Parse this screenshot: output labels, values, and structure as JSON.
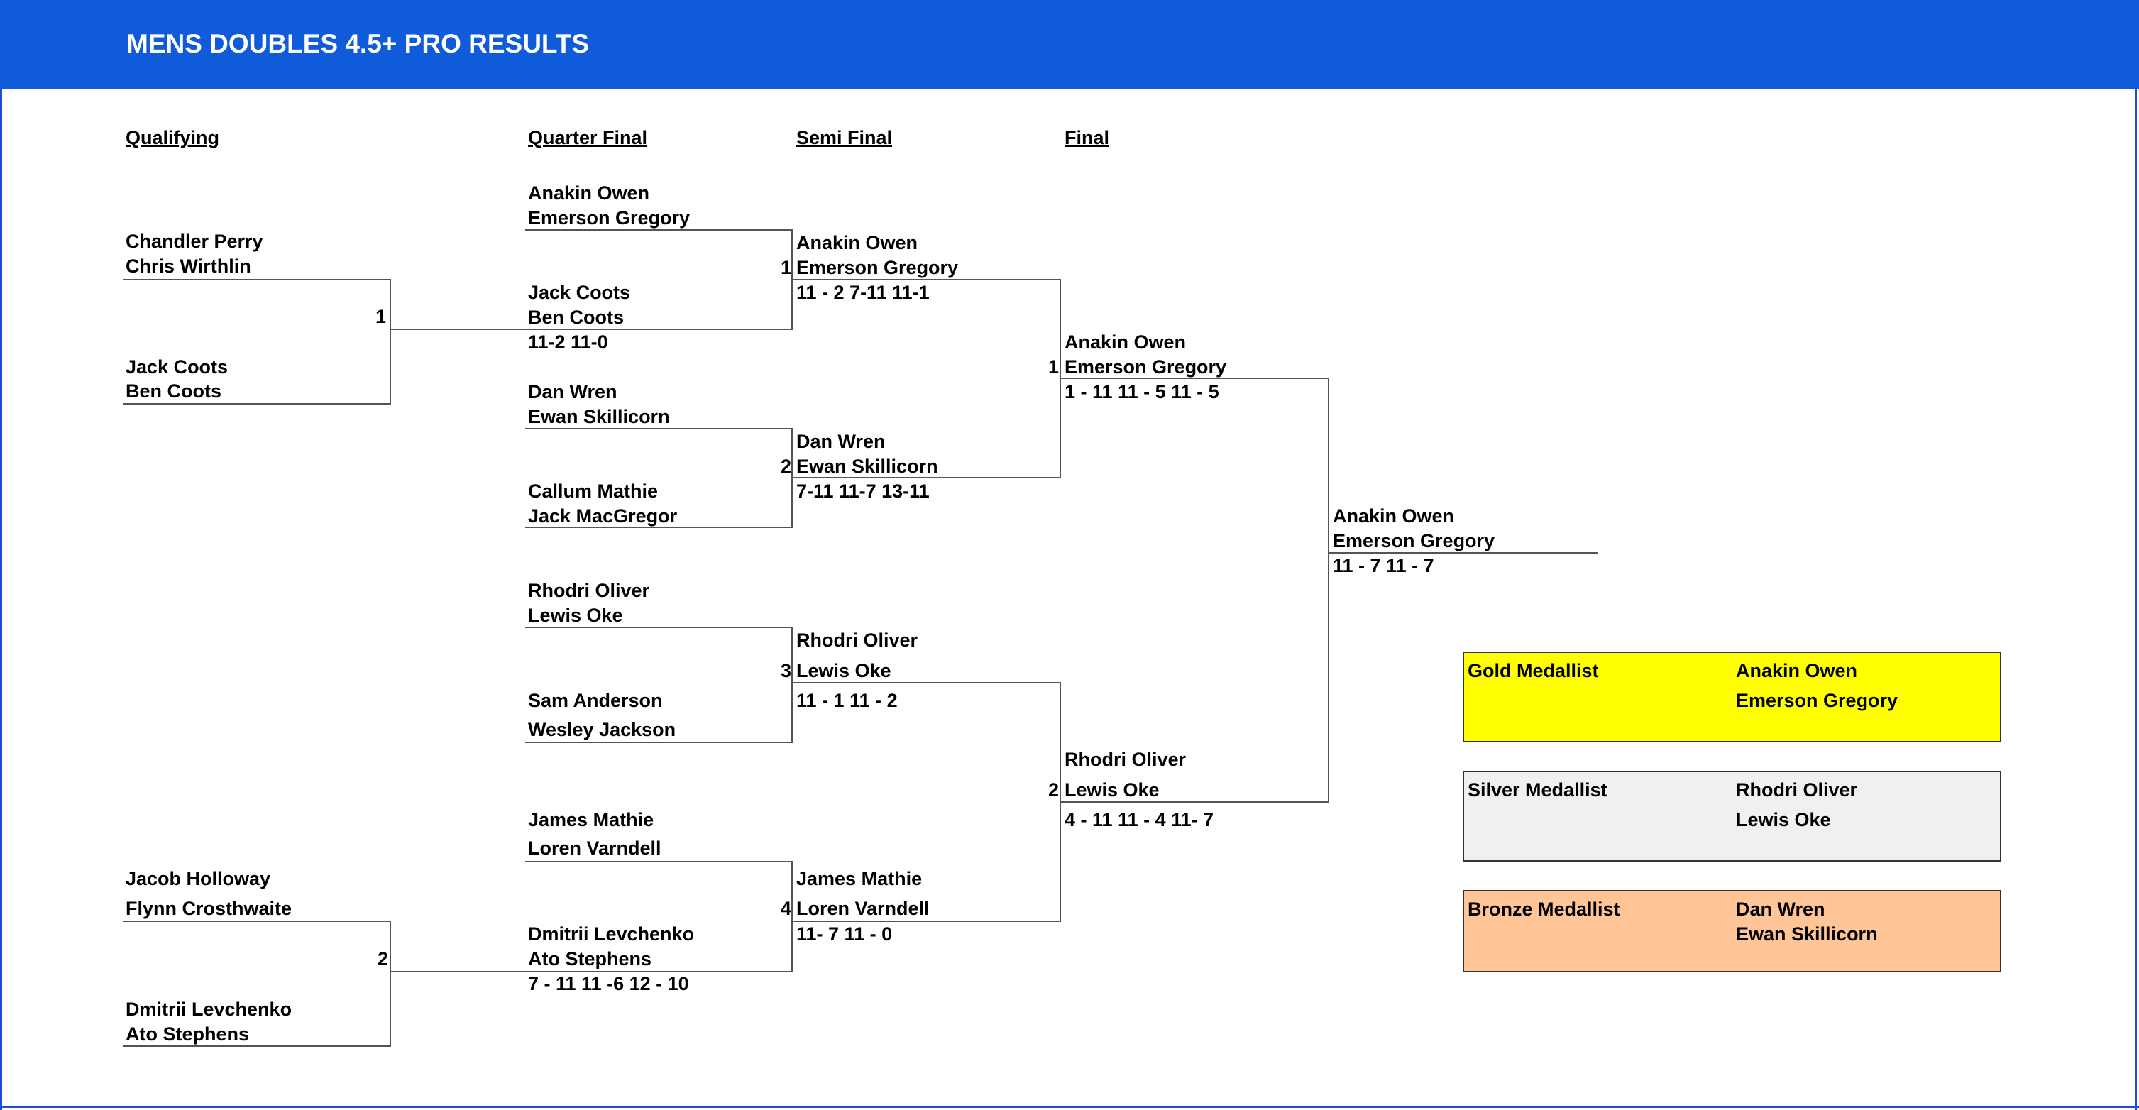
{
  "title": "MENS DOUBLES 4.5+ PRO RESULTS",
  "headers": {
    "qualifying": "Qualifying",
    "quarter_final": "Quarter Final",
    "semi_final": "Semi Final",
    "final": "Final"
  },
  "qualifying": [
    {
      "p1": "Chandler Perry",
      "p2": "Chris Wirthlin"
    },
    {
      "p1": "Jack Coots",
      "p2": "Ben Coots"
    },
    {
      "p1": "Jacob Holloway",
      "p2": "Flynn Crosthwaite"
    },
    {
      "p1": "Dmitrii Levchenko",
      "p2": "Ato Stephens"
    }
  ],
  "qualifying_results": [
    {
      "num": "1",
      "score": "11-2  11-0"
    },
    {
      "num": "2",
      "score": "7 - 11  11  -6   12 - 10"
    }
  ],
  "quarter_final": [
    {
      "p1": "Anakin Owen",
      "p2": "Emerson Gregory"
    },
    {
      "p1": "Jack Coots",
      "p2": "Ben Coots"
    },
    {
      "p1": "Dan Wren",
      "p2": "Ewan Skillicorn"
    },
    {
      "p1": "Callum Mathie",
      "p2": "Jack MacGregor"
    },
    {
      "p1": "Rhodri Oliver",
      "p2": "Lewis Oke"
    },
    {
      "p1": "Sam Anderson",
      "p2": "Wesley Jackson"
    },
    {
      "p1": "James Mathie",
      "p2": "Loren Varndell"
    },
    {
      "p1": "Dmitrii Levchenko",
      "p2": "Ato Stephens"
    }
  ],
  "semi_final": [
    {
      "num": "1",
      "p1": "Anakin Owen",
      "p2": "Emerson Gregory",
      "score": "11 - 2 7-11 11-1"
    },
    {
      "num": "2",
      "p1": "Dan Wren",
      "p2": "Ewan Skillicorn",
      "score": "7-11 11-7 13-11"
    },
    {
      "num": "3",
      "p1": "Rhodri Oliver",
      "p2": "Lewis Oke",
      "score": "11 - 1  11 - 2"
    },
    {
      "num": "4",
      "p1": "James Mathie",
      "p2": "Loren Varndell",
      "score": "11- 7  11 - 0"
    }
  ],
  "final": [
    {
      "num": "1",
      "p1": "Anakin Owen",
      "p2": "Emerson Gregory",
      "score": "1 - 11  11 - 5   11 - 5"
    },
    {
      "num": "2",
      "p1": "Rhodri Oliver",
      "p2": "Lewis Oke",
      "score": "4 - 11  11 - 4   11- 7"
    }
  ],
  "winner": {
    "p1": "Anakin Owen",
    "p2": "Emerson Gregory",
    "score": "11 - 7  11 - 7"
  },
  "medals": [
    {
      "label": "Gold Medallist",
      "p1": "Anakin Owen",
      "p2": "Emerson Gregory",
      "color": "#ffff00"
    },
    {
      "label": "Silver Medallist",
      "p1": "Rhodri Oliver",
      "p2": "Lewis Oke",
      "color": "#f0f0f0"
    },
    {
      "label": "Bronze Medallist",
      "p1": "Dan Wren",
      "p2": "Ewan Skillicorn",
      "color": "#ffc596"
    }
  ]
}
